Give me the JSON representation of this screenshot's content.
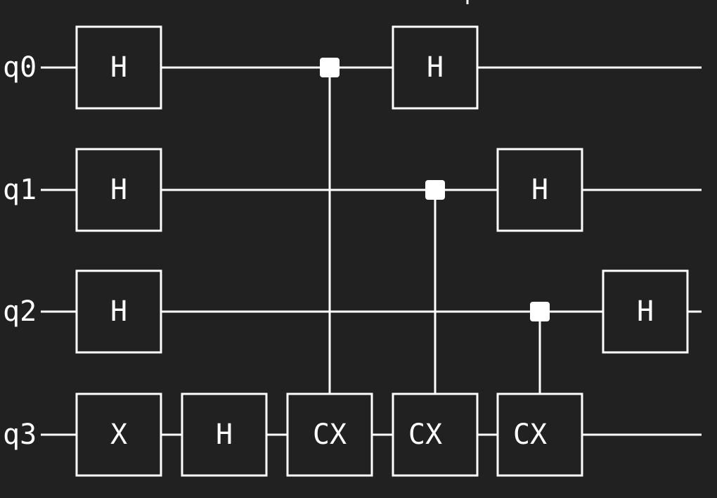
{
  "colors": {
    "background": "#212121",
    "foreground": "#ffffff"
  },
  "qubits": [
    {
      "label": "q0"
    },
    {
      "label": "q1"
    },
    {
      "label": "q2"
    },
    {
      "label": "q3"
    }
  ],
  "gates": [
    {
      "label": "H",
      "qubit": 0,
      "step": 0
    },
    {
      "label": "H",
      "qubit": 1,
      "step": 0
    },
    {
      "label": "H",
      "qubit": 2,
      "step": 0
    },
    {
      "label": "X",
      "qubit": 3,
      "step": 0
    },
    {
      "label": "H",
      "qubit": 3,
      "step": 1
    },
    {
      "label": "CX",
      "qubit": 3,
      "step": 2,
      "control": 0
    },
    {
      "label": "H",
      "qubit": 0,
      "step": 3
    },
    {
      "label": "CX",
      "qubit": 3,
      "step": 3,
      "control": 1
    },
    {
      "label": "H",
      "qubit": 1,
      "step": 4
    },
    {
      "label": "CX",
      "qubit": 3,
      "step": 4,
      "control": 2
    },
    {
      "label": "H",
      "qubit": 2,
      "step": 5
    }
  ]
}
